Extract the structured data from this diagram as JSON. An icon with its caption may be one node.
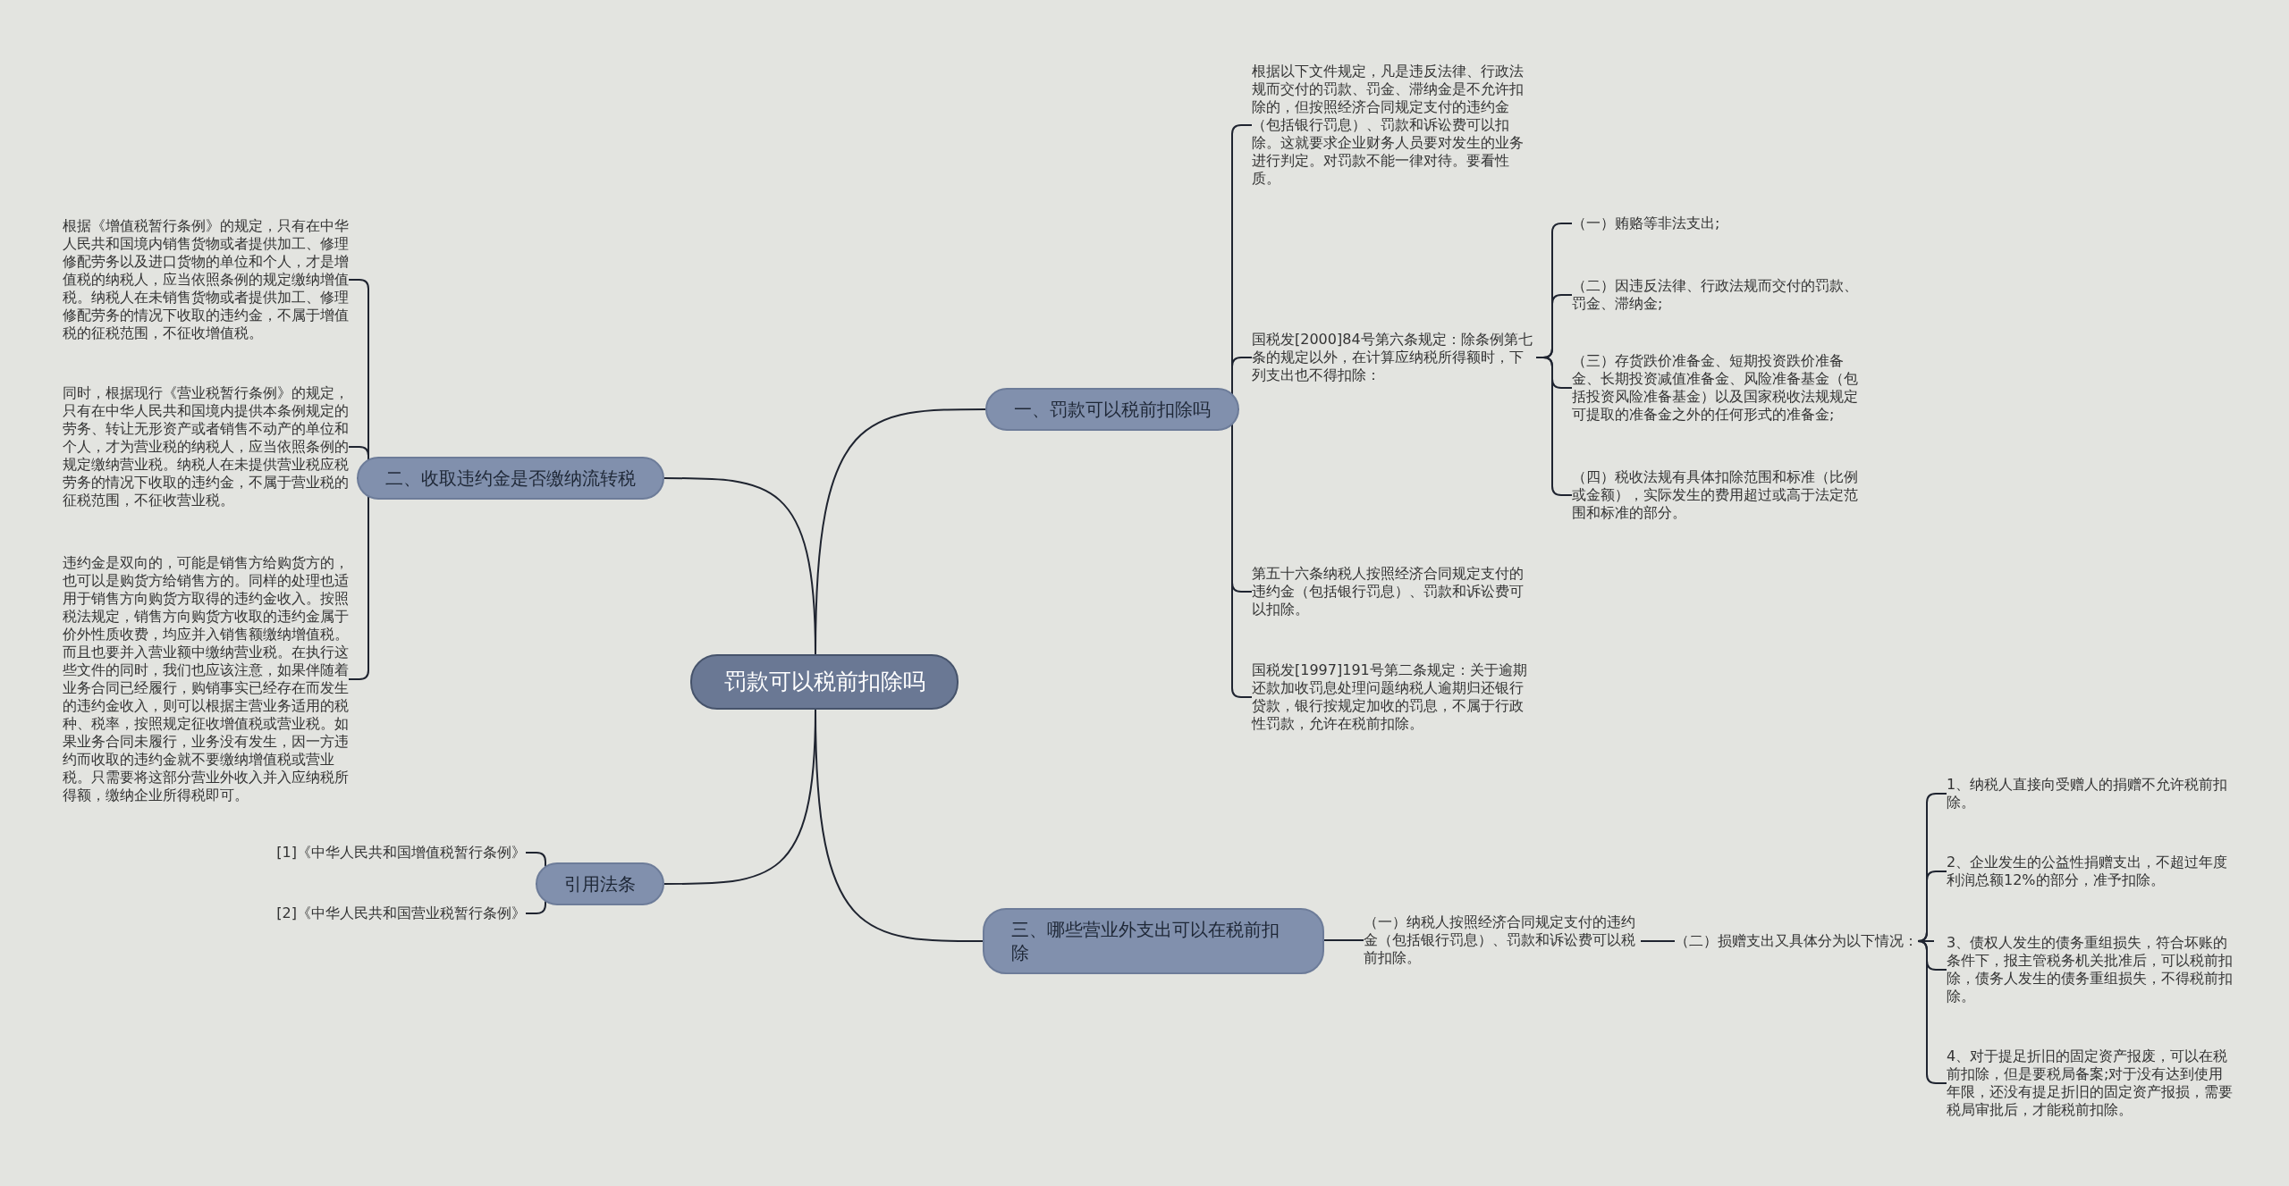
{
  "diagram": {
    "nodes": [
      {
        "text": [
          "罚款可以税前扣除吗"
        ]
      },
      {
        "text": [
          "一、罚款可以税前扣除吗"
        ]
      },
      {
        "text": [
          "根据以下文件规定，凡是违反法律、行政法规而交付的罚款、罚金、滞纳金是不允许扣除的，但按照经济合同规定支付的违约金（包括银行罚息）、罚款和诉讼费可以扣除。这就要求企业财务人员要对发生的业务进行判定。对罚款不能一律对待。要看性质。"
        ]
      },
      {
        "text": [
          "国税发[2000]84号第六条规定：除条例第七条的规定以外，在计算应纳税所得额时，下列支出也不得扣除："
        ]
      },
      {
        "text": [
          "（一）贿赂等非法支出;"
        ]
      },
      {
        "text": [
          "（二）因违反法律、行政法规而交付的罚款、罚金、滞纳金;"
        ]
      },
      {
        "text": [
          "（三）存货跌价准备金、短期投资跌价准备金、长期投资减值准备金、风险准备基金（包括投资风险准备基金）以及国家税收法规规定可提取的准备金之外的任何形式的准备金;"
        ]
      },
      {
        "text": [
          "（四）税收法规有具体扣除范围和标准（比例或金额），实际发生的费用超过或高于法定范围和标准的部分。"
        ]
      },
      {
        "text": [
          "第五十六条纳税人按照经济合同规定支付的违约金（包括银行罚息）、罚款和诉讼费可以扣除。"
        ]
      },
      {
        "text": [
          "国税发[1997]191号第二条规定：关于逾期还款加收罚息处理问题纳税人逾期归还银行贷款，银行按规定加收的罚息，不属于行政性罚款，允许在税前扣除。"
        ]
      },
      {
        "text": [
          "二、收取违约金是否缴纳流转税"
        ]
      },
      {
        "text": [
          "根据《增值税暂行条例》的规定，只有在中华人民共和国境内销售货物或者提供加工、修理修配劳务以及进口货物的单位和个人，才是增值税的纳税人，应当依照条例的规定缴纳增值税。纳税人在未销售货物或者提供加工、修理修配劳务的情况下收取的违约金，不属于增值税的征税范围，不征收增值税。"
        ]
      },
      {
        "text": [
          "同时，根据现行《营业税暂行条例》的规定，只有在中华人民共和国境内提供本条例规定的劳务、转让无形资产或者销售不动产的单位和个人，才为营业税的纳税人，应当依照条例的规定缴纳营业税。纳税人在未提供营业税应税劳务的情况下收取的违约金，不属于营业税的征税范围，不征收营业税。"
        ]
      },
      {
        "text": [
          "违约金是双向的，可能是销售方给购货方的，也可以是购货方给销售方的。同样的处理也适用于销售方向购货方取得的违约金收入。按照税法规定，销售方向购货方收取的违约金属于价外性质收费，均应并入销售额缴纳增值税。而且也要并入营业额中缴纳营业税。在执行这些文件的同时，我们也应该注意，如果伴随着业务合同已经履行，购销事实已经存在而发生的违约金收入，则可以根据主营业务适用的税种、税率，按照规定征收增值税或营业税。如果业务合同未履行，业务没有发生，因一方违约而收取的违约金就不要缴纳增值税或营业税。只需要将这部分营业外收入并入应纳税所得额，缴纳企业所得税即可。"
        ]
      },
      {
        "text": [
          "引用法条"
        ]
      },
      {
        "text": [
          "[1]《中华人民共和国增值税暂行条例》"
        ]
      },
      {
        "text": [
          "[2]《中华人民共和国营业税暂行条例》"
        ]
      },
      {
        "text": [
          "三、哪些营业外支出可以在税前扣除"
        ]
      },
      {
        "text": [
          "（一）纳税人按照经济合同规定支付的违约金（包括银行罚息）、罚款和诉讼费可以税前扣除。"
        ]
      },
      {
        "text": [
          "（二）损赠支出又具体分为以下情况："
        ]
      },
      {
        "text": [
          "1、纳税人直接向受赠人的捐赠不允许税前扣除。"
        ]
      },
      {
        "text": [
          "2、企业发生的公益性捐赠支出，不超过年度利润总额12%的部分，准予扣除。"
        ]
      },
      {
        "text": [
          "3、债权人发生的债务重组损失，符合坏账的条件下，报主管税务机关批准后，可以税前扣除，债务人发生的债务重组损失，不得税前扣除。"
        ]
      },
      {
        "text": [
          "4、对于提足折旧的固定资产报废，可以在税前扣除，但是要税局备案;对于没有达到使用年限，还没有提足折旧的固定资产报损，需要税局审批后，才能税前扣除。"
        ]
      }
    ],
    "edges": [
      {
        "from": 0,
        "to": 1,
        "arrow": "none"
      },
      {
        "from": 1,
        "to": 2,
        "arrow": "none"
      },
      {
        "from": 1,
        "to": 3,
        "arrow": "none"
      },
      {
        "from": 3,
        "to": 4,
        "arrow": "none"
      },
      {
        "from": 3,
        "to": 5,
        "arrow": "none"
      },
      {
        "from": 3,
        "to": 6,
        "arrow": "none"
      },
      {
        "from": 3,
        "to": 7,
        "arrow": "none"
      },
      {
        "from": 1,
        "to": 8,
        "arrow": "none"
      },
      {
        "from": 1,
        "to": 9,
        "arrow": "none"
      },
      {
        "from": 0,
        "to": 10,
        "arrow": "none"
      },
      {
        "from": 10,
        "to": 11,
        "arrow": "none"
      },
      {
        "from": 10,
        "to": 12,
        "arrow": "none"
      },
      {
        "from": 10,
        "to": 13,
        "arrow": "none"
      },
      {
        "from": 0,
        "to": 14,
        "arrow": "none"
      },
      {
        "from": 14,
        "to": 15,
        "arrow": "none"
      },
      {
        "from": 14,
        "to": 16,
        "arrow": "none"
      },
      {
        "from": 0,
        "to": 17,
        "arrow": "none"
      },
      {
        "from": 17,
        "to": 18,
        "arrow": "none"
      },
      {
        "from": 18,
        "to": 19,
        "arrow": "none"
      },
      {
        "from": 19,
        "to": 20,
        "arrow": "none"
      },
      {
        "from": 19,
        "to": 21,
        "arrow": "none"
      },
      {
        "from": 19,
        "to": 22,
        "arrow": "none"
      },
      {
        "from": 19,
        "to": 23,
        "arrow": "none"
      }
    ]
  }
}
